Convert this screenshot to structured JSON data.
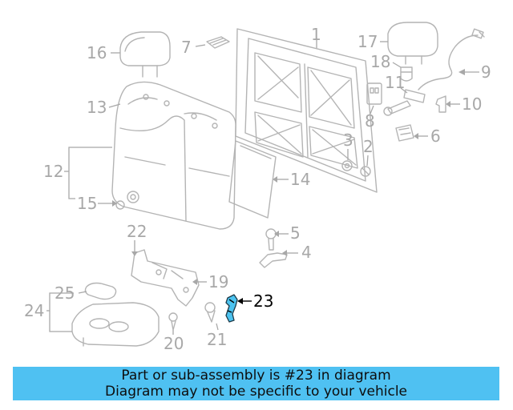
{
  "callouts": {
    "n1": "1",
    "n2": "2",
    "n3": "3",
    "n4": "4",
    "n5": "5",
    "n6": "6",
    "n7": "7",
    "n8": "8",
    "n9": "9",
    "n10": "10",
    "n11": "11",
    "n12": "12",
    "n13": "13",
    "n14": "14",
    "n15": "15",
    "n16": "16",
    "n17": "17",
    "n18": "18",
    "n19": "19",
    "n20": "20",
    "n21": "21",
    "n22": "22",
    "n23": "23",
    "n24": "24",
    "n25": "25"
  },
  "highlight": {
    "part": "23",
    "color": "#4cc3f0"
  },
  "footer": {
    "line1": "Part or sub-assembly is #23 in diagram",
    "line2": "Diagram may not be specific to your vehicle",
    "color": "#4fc1f2"
  }
}
